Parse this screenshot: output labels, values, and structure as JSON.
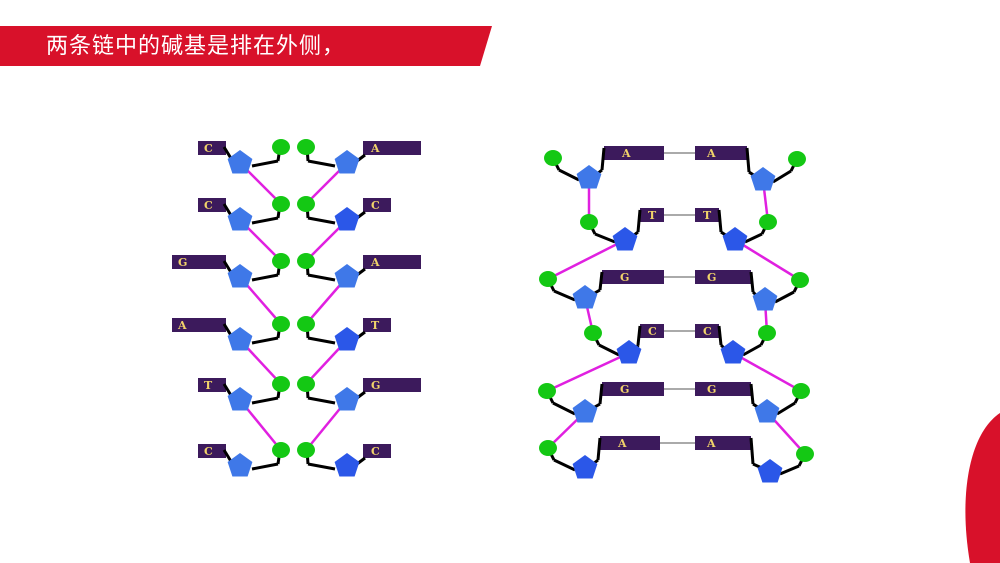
{
  "slide": {
    "title": "两条链中的碱基是排在外侧，"
  },
  "colors": {
    "banner": "#d8112a",
    "corner": "#d8112a",
    "base_box": "#3c1a5c",
    "base_text": "#f2d46a",
    "sugar": "#2b57e8",
    "sugar_light": "#3f78e8",
    "phosphate": "#14c814",
    "backbone": "#e020e0",
    "connector": "#000000",
    "pair_line": "#555555"
  },
  "diagram": {
    "left": {
      "left_strand_bases": [
        "C",
        "C",
        "G",
        "A",
        "T",
        "C"
      ],
      "right_strand_bases": [
        "A",
        "C",
        "A",
        "T",
        "G",
        "C"
      ]
    },
    "right": {
      "pairs": [
        {
          "left": "A",
          "right": "A"
        },
        {
          "left": "T",
          "right": "T"
        },
        {
          "left": "G",
          "right": "G"
        },
        {
          "left": "C",
          "right": "C"
        },
        {
          "left": "G",
          "right": "G"
        },
        {
          "left": "A",
          "right": "A"
        }
      ]
    }
  }
}
